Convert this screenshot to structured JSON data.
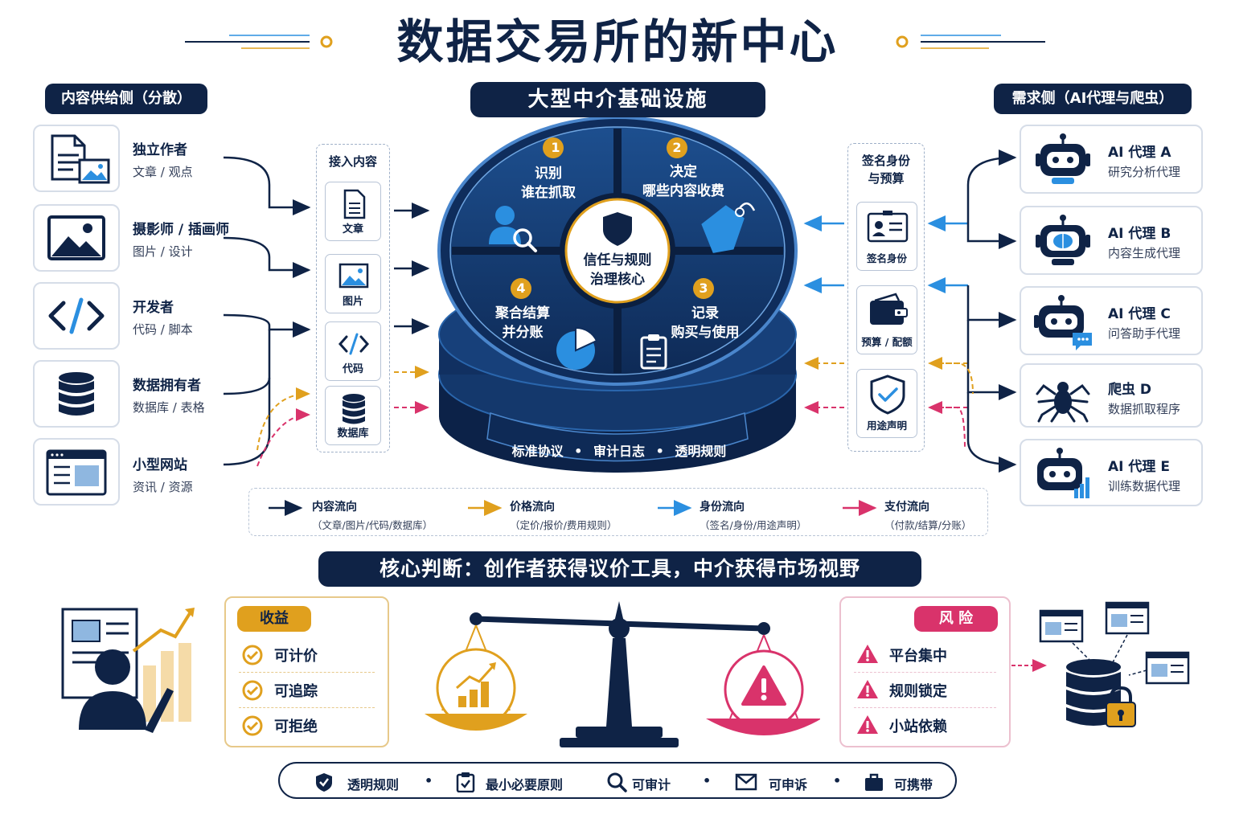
{
  "title": "数据交易所的新中心",
  "left_header": "内容供给侧（分散）",
  "center_header": "大型中介基础设施",
  "right_header": "需求侧（AI代理与爬虫）",
  "suppliers": [
    {
      "title": "独立作者",
      "sub": "文章 / 观点",
      "icon": "document-image-icon"
    },
    {
      "title": "摄影师 / 插画师",
      "sub": "图片 / 设计",
      "icon": "image-icon"
    },
    {
      "title": "开发者",
      "sub": "代码 / 脚本",
      "icon": "code-icon"
    },
    {
      "title": "数据拥有者",
      "sub": "数据库 / 表格",
      "icon": "database-icon"
    },
    {
      "title": "小型网站",
      "sub": "资讯 / 资源",
      "icon": "website-icon"
    }
  ],
  "intake": {
    "title": "接入内容",
    "items": [
      {
        "label": "文章",
        "icon": "document-icon"
      },
      {
        "label": "图片",
        "icon": "image-icon"
      },
      {
        "label": "代码",
        "icon": "code-icon"
      },
      {
        "label": "数据库",
        "icon": "database-icon"
      }
    ]
  },
  "hub": {
    "core_line1": "信任与规则",
    "core_line2": "治理核心",
    "sectors": [
      {
        "num": "1",
        "line1": "识别",
        "line2": "谁在抓取"
      },
      {
        "num": "2",
        "line1": "决定",
        "line2": "哪些内容收费"
      },
      {
        "num": "3",
        "line1": "记录",
        "line2": "购买与使用"
      },
      {
        "num": "4",
        "line1": "聚合结算",
        "line2": "并分账"
      }
    ],
    "base_text": [
      "标准协议",
      "审计日志",
      "透明规则"
    ]
  },
  "identity": {
    "title_line1": "签名身份",
    "title_line2": "与预算",
    "items": [
      {
        "label": "签名身份",
        "icon": "id-card-icon"
      },
      {
        "label": "预算 / 配额",
        "icon": "wallet-icon"
      },
      {
        "label": "用途声明",
        "icon": "shield-check-icon"
      }
    ]
  },
  "agents": [
    {
      "title": "AI 代理 A",
      "sub": "研究分析代理",
      "icon": "robot-icon"
    },
    {
      "title": "AI 代理 B",
      "sub": "内容生成代理",
      "icon": "robot-brain-icon"
    },
    {
      "title": "AI 代理 C",
      "sub": "问答助手代理",
      "icon": "robot-chat-icon"
    },
    {
      "title": "爬虫 D",
      "sub": "数据抓取程序",
      "icon": "spider-icon"
    },
    {
      "title": "AI 代理 E",
      "sub": "训练数据代理",
      "icon": "robot-chart-icon"
    }
  ],
  "legend": [
    {
      "title": "内容流向",
      "sub": "（文章/图片/代码/数据库）",
      "color": "#0f2346"
    },
    {
      "title": "价格流向",
      "sub": "（定价/报价/费用规则）",
      "color": "#e0a01e"
    },
    {
      "title": "身份流向",
      "sub": "（签名/身份/用途声明）",
      "color": "#2b8fe0"
    },
    {
      "title": "支付流向",
      "sub": "（付款/结算/分账）",
      "color": "#d9336b"
    }
  ],
  "judgment": "核心判断：创作者获得议价工具，中介获得市场视野",
  "benefits": {
    "title": "收益",
    "items": [
      "可计价",
      "可追踪",
      "可拒绝"
    ]
  },
  "risks": {
    "title": "风 险",
    "items": [
      "平台集中",
      "规则锁定",
      "小站依赖"
    ]
  },
  "footer": [
    {
      "label": "透明规则",
      "icon": "shield-icon"
    },
    {
      "label": "最小必要原则",
      "icon": "clipboard-check-icon"
    },
    {
      "label": "可审计",
      "icon": "magnifier-icon"
    },
    {
      "label": "可申诉",
      "icon": "mail-icon"
    },
    {
      "label": "可携带",
      "icon": "briefcase-icon"
    }
  ],
  "colors": {
    "navy": "#0f2346",
    "gold": "#e0a01e",
    "blue": "#2b8fe0",
    "pink": "#d9336b",
    "hub_blue": "#16407a"
  }
}
